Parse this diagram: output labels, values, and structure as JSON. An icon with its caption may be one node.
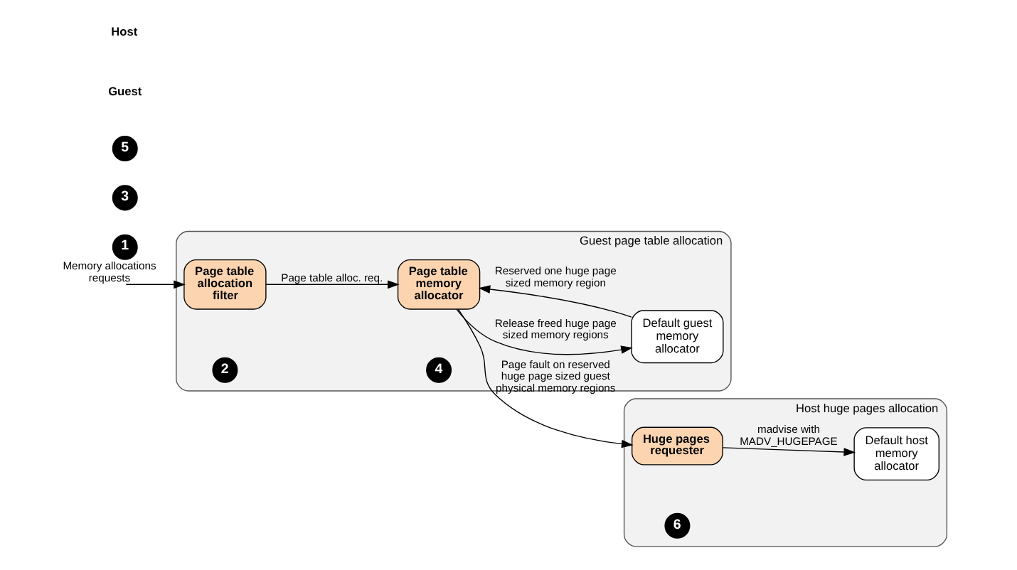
{
  "diagram": {
    "nodes": [
      {
        "text": [
          "Guest page table allocation"
        ]
      },
      {
        "text": [
          "Page table allocation filter"
        ],
        "in": 0,
        "beside": [
          "2"
        ]
      },
      {
        "text": [
          "Page table memory allocator"
        ],
        "in": 0,
        "beside": [
          "4"
        ]
      },
      {
        "text": [
          "Default guest memory allocator"
        ],
        "in": 0
      },
      {
        "text": [
          "Host huge pages allocation"
        ]
      },
      {
        "text": [
          "Huge pages requester"
        ],
        "in": 4,
        "beside": [
          "6"
        ]
      },
      {
        "text": [
          "Default host memory allocator"
        ],
        "in": 4
      }
    ],
    "edges": [
      {
        "from": null,
        "to": 1,
        "arrow": "to",
        "label": "Memory allocations requests"
      },
      {
        "from": 1,
        "to": 2,
        "arrow": "to",
        "label": "Page table alloc. req."
      },
      {
        "from": 3,
        "to": 2,
        "arrow": "to",
        "label": "Reserved one huge page sized memory region"
      },
      {
        "from": 2,
        "to": 3,
        "arrow": "to",
        "label": "Release freed huge page sized memory regions"
      },
      {
        "from": 2,
        "to": 5,
        "arrow": "to",
        "label": "Page fault on reserved huge page sized guest physical memory regions"
      },
      {
        "from": 5,
        "to": 6,
        "arrow": "to",
        "label": "madvise with MADV_HUGEPAGE"
      }
    ],
    "labels": [
      "1",
      "3",
      "5",
      "Guest",
      "Host"
    ]
  }
}
